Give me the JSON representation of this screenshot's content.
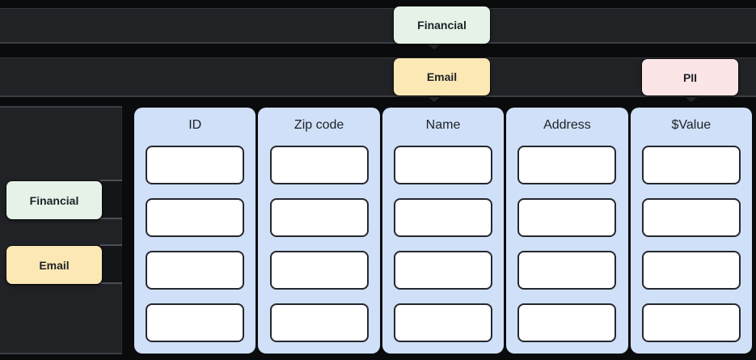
{
  "palette": {
    "page_bg": "#0a0b0c",
    "bar_bg": "#202226",
    "financial_bg": "#e4f2e8",
    "email_bg": "#fce8b4",
    "pii_bg": "#fbe5e6",
    "column_bg": "#cfe0f8",
    "cell_bg": "#ffffff",
    "chip_text": "#1e2227"
  },
  "top_rows": [
    {
      "tags": [
        {
          "label": "Financial"
        }
      ]
    },
    {
      "tags": [
        {
          "label": "Email"
        },
        {
          "label": "PII"
        }
      ]
    }
  ],
  "sidebar": {
    "tags": [
      {
        "label": "Financial"
      },
      {
        "label": "Email"
      }
    ]
  },
  "table": {
    "columns": [
      {
        "header": "ID",
        "cells": [
          "",
          "",
          "",
          ""
        ]
      },
      {
        "header": "Zip code",
        "cells": [
          "",
          "",
          "",
          ""
        ]
      },
      {
        "header": "Name",
        "cells": [
          "",
          "",
          "",
          ""
        ]
      },
      {
        "header": "Address",
        "cells": [
          "",
          "",
          "",
          ""
        ]
      },
      {
        "header": "$Value",
        "cells": [
          "",
          "",
          "",
          ""
        ]
      }
    ]
  }
}
